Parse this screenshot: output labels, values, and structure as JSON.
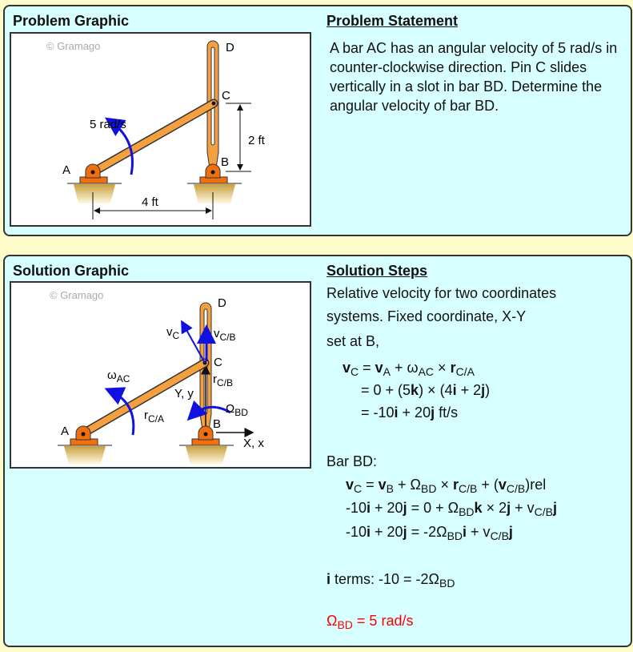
{
  "problem": {
    "graphic_title": "Problem Graphic",
    "statement_title": "Problem Statement",
    "statement": "A bar AC has an angular velocity of 5 rad/s in counter-clockwise direction. Pin C slides vertically in a slot in bar BD. Determine the angular velocity of bar BD.",
    "figure": {
      "watermark": "© Gramago",
      "A": "A",
      "B": "B",
      "C": "C",
      "D": "D",
      "omega": "5 rad/s",
      "dim_h": "4 ft",
      "dim_v": "2 ft"
    }
  },
  "solution": {
    "graphic_title": "Solution Graphic",
    "steps_title": "Solution Steps",
    "figure": {
      "watermark": "© Gramago",
      "A": "A",
      "B": "B",
      "C": "C",
      "D": "D",
      "vC": "v",
      "vC_sub": "C",
      "vCB": "v",
      "vCB_sub": "C/B",
      "rCB": "r",
      "rCB_sub": "C/B",
      "rCA": "r",
      "rCA_sub": "C/A",
      "wAC": "ω",
      "wAC_sub": "AC",
      "Obd": "Ω",
      "Obd_sub": "BD",
      "Yy": "Y, y",
      "Xx": "X, x"
    },
    "lines": [
      [
        {
          "t": "Relative velocity for two coordinates"
        }
      ],
      [
        {
          "t": "systems. Fixed coordinate, X-Y"
        }
      ],
      [
        {
          "t": "set at B,"
        }
      ],
      [
        {
          "t": "v",
          "b": 1
        },
        {
          "t": "C",
          "s": 1
        },
        {
          "t": " = "
        },
        {
          "t": "v",
          "b": 1
        },
        {
          "t": "A",
          "s": 1
        },
        {
          "t": " + ω"
        },
        {
          "t": "AC",
          "s": 1
        },
        {
          "t": " × "
        },
        {
          "t": "r",
          "b": 1
        },
        {
          "t": "C/A",
          "s": 1
        }
      ],
      [
        {
          "t": "= 0 + (5"
        },
        {
          "t": "k",
          "b": 1
        },
        {
          "t": ") × (4"
        },
        {
          "t": "i",
          "b": 1
        },
        {
          "t": " + 2"
        },
        {
          "t": "j",
          "b": 1
        },
        {
          "t": ")"
        }
      ],
      [
        {
          "t": "= -10"
        },
        {
          "t": "i",
          "b": 1
        },
        {
          "t": " + 20"
        },
        {
          "t": "j",
          "b": 1
        },
        {
          "t": " ft/s"
        }
      ],
      [
        {
          "t": "Bar BD:"
        }
      ],
      [
        {
          "t": "v",
          "b": 1
        },
        {
          "t": "C",
          "s": 1
        },
        {
          "t": " = "
        },
        {
          "t": "v",
          "b": 1
        },
        {
          "t": "B",
          "s": 1
        },
        {
          "t": " + Ω"
        },
        {
          "t": "BD",
          "s": 1
        },
        {
          "t": " × "
        },
        {
          "t": "r",
          "b": 1
        },
        {
          "t": "C/B",
          "s": 1
        },
        {
          "t": " + ("
        },
        {
          "t": "v",
          "b": 1
        },
        {
          "t": "C/B",
          "s": 1
        },
        {
          "t": ")rel"
        }
      ],
      [
        {
          "t": "-10"
        },
        {
          "t": "i",
          "b": 1
        },
        {
          "t": " + 20"
        },
        {
          "t": "j",
          "b": 1
        },
        {
          "t": " = 0 + Ω"
        },
        {
          "t": "BD",
          "s": 1
        },
        {
          "t": "k",
          "b": 1
        },
        {
          "t": " × 2"
        },
        {
          "t": "j",
          "b": 1
        },
        {
          "t": " + v"
        },
        {
          "t": "C/B",
          "s": 1
        },
        {
          "t": "j",
          "b": 1
        }
      ],
      [
        {
          "t": "-10"
        },
        {
          "t": "i",
          "b": 1
        },
        {
          "t": " + 20"
        },
        {
          "t": "j",
          "b": 1
        },
        {
          "t": " = -2Ω"
        },
        {
          "t": "BD",
          "s": 1
        },
        {
          "t": "i",
          "b": 1
        },
        {
          "t": " + v"
        },
        {
          "t": "C/B",
          "s": 1
        },
        {
          "t": "j",
          "b": 1
        }
      ],
      [
        {
          "t": "i",
          "b": 1
        },
        {
          "t": " terms:  -10 = -2Ω"
        },
        {
          "t": "BD",
          "s": 1
        }
      ],
      [
        {
          "t": "Ω"
        },
        {
          "t": "BD",
          "s": 1
        },
        {
          "t": " = 5 rad/s"
        }
      ]
    ]
  },
  "colors": {
    "panel": "#d8ffff",
    "page": "#fffccc",
    "bar": "#f5a040",
    "pin": "#f07010",
    "vector": "#1010e0",
    "answer": "#ff0000"
  }
}
